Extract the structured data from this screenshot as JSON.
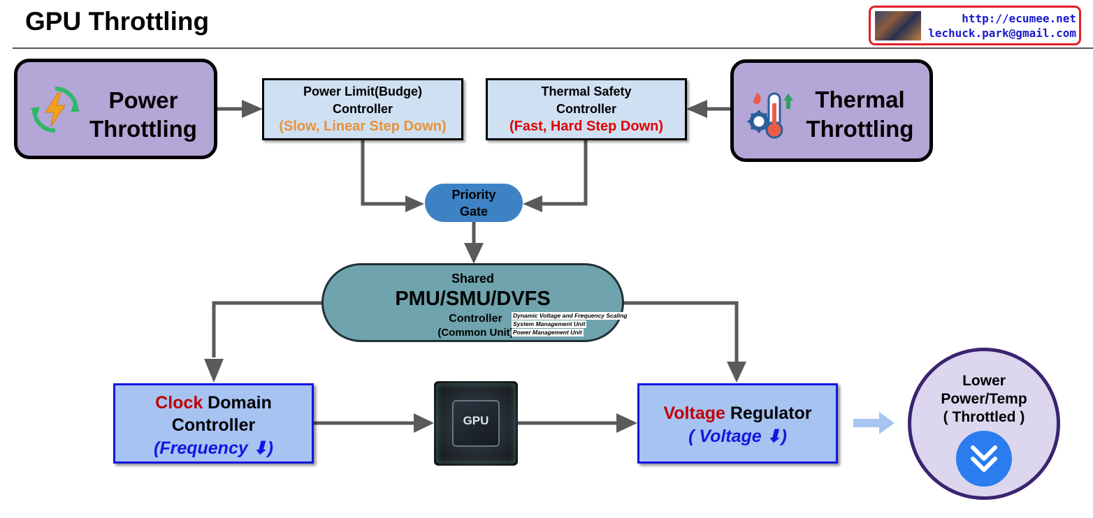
{
  "header": {
    "title": "GPU Throttling",
    "credit_url": "http://ecumee.net",
    "credit_email": "lechuck.park@gmail.com"
  },
  "power_throttling": {
    "line1": "Power",
    "line2": "Throttling"
  },
  "thermal_throttling": {
    "line1": "Thermal",
    "line2": "Throttling"
  },
  "power_limit_controller": {
    "line1": "Power Limit(Budge)",
    "line2": "Controller",
    "note": "(Slow, Linear Step Down)"
  },
  "thermal_safety_controller": {
    "line1": "Thermal Safety",
    "line2": "Controller",
    "note": "(Fast, Hard Step Down)"
  },
  "priority_gate": {
    "line1": "Priority",
    "line2": "Gate"
  },
  "pmu": {
    "shared": "Shared",
    "name": "PMU/SMU/DVFS",
    "controller": "Controller",
    "common": "(Common Unit)",
    "notes": [
      "Dynamic Voltage and Frequency Scaling",
      "System Management Unit",
      "Power Management Unit"
    ]
  },
  "clock_controller": {
    "highlight": "Clock",
    "rest": " Domain",
    "line2": "Controller",
    "sub": "(Frequency ⬇)"
  },
  "gpu_chip": {
    "label": "GPU"
  },
  "voltage_regulator": {
    "highlight": "Voltage",
    "rest": " Regulator",
    "sub": "( Voltage ⬇)"
  },
  "result": {
    "line1": "Lower",
    "line2": "Power/Temp",
    "line3": "( Throttled )"
  },
  "colors": {
    "purple_box": "#b4a6d6",
    "controller_fill": "#cfe0f2",
    "slow_note": "#e8913a",
    "fast_note": "#e00000",
    "gate": "#3e82c6",
    "pmu_fill": "#6fa3ad",
    "blue_box": "#a6c3f2",
    "blue_border": "#1515e0",
    "arrow": "#5a5a5a"
  }
}
